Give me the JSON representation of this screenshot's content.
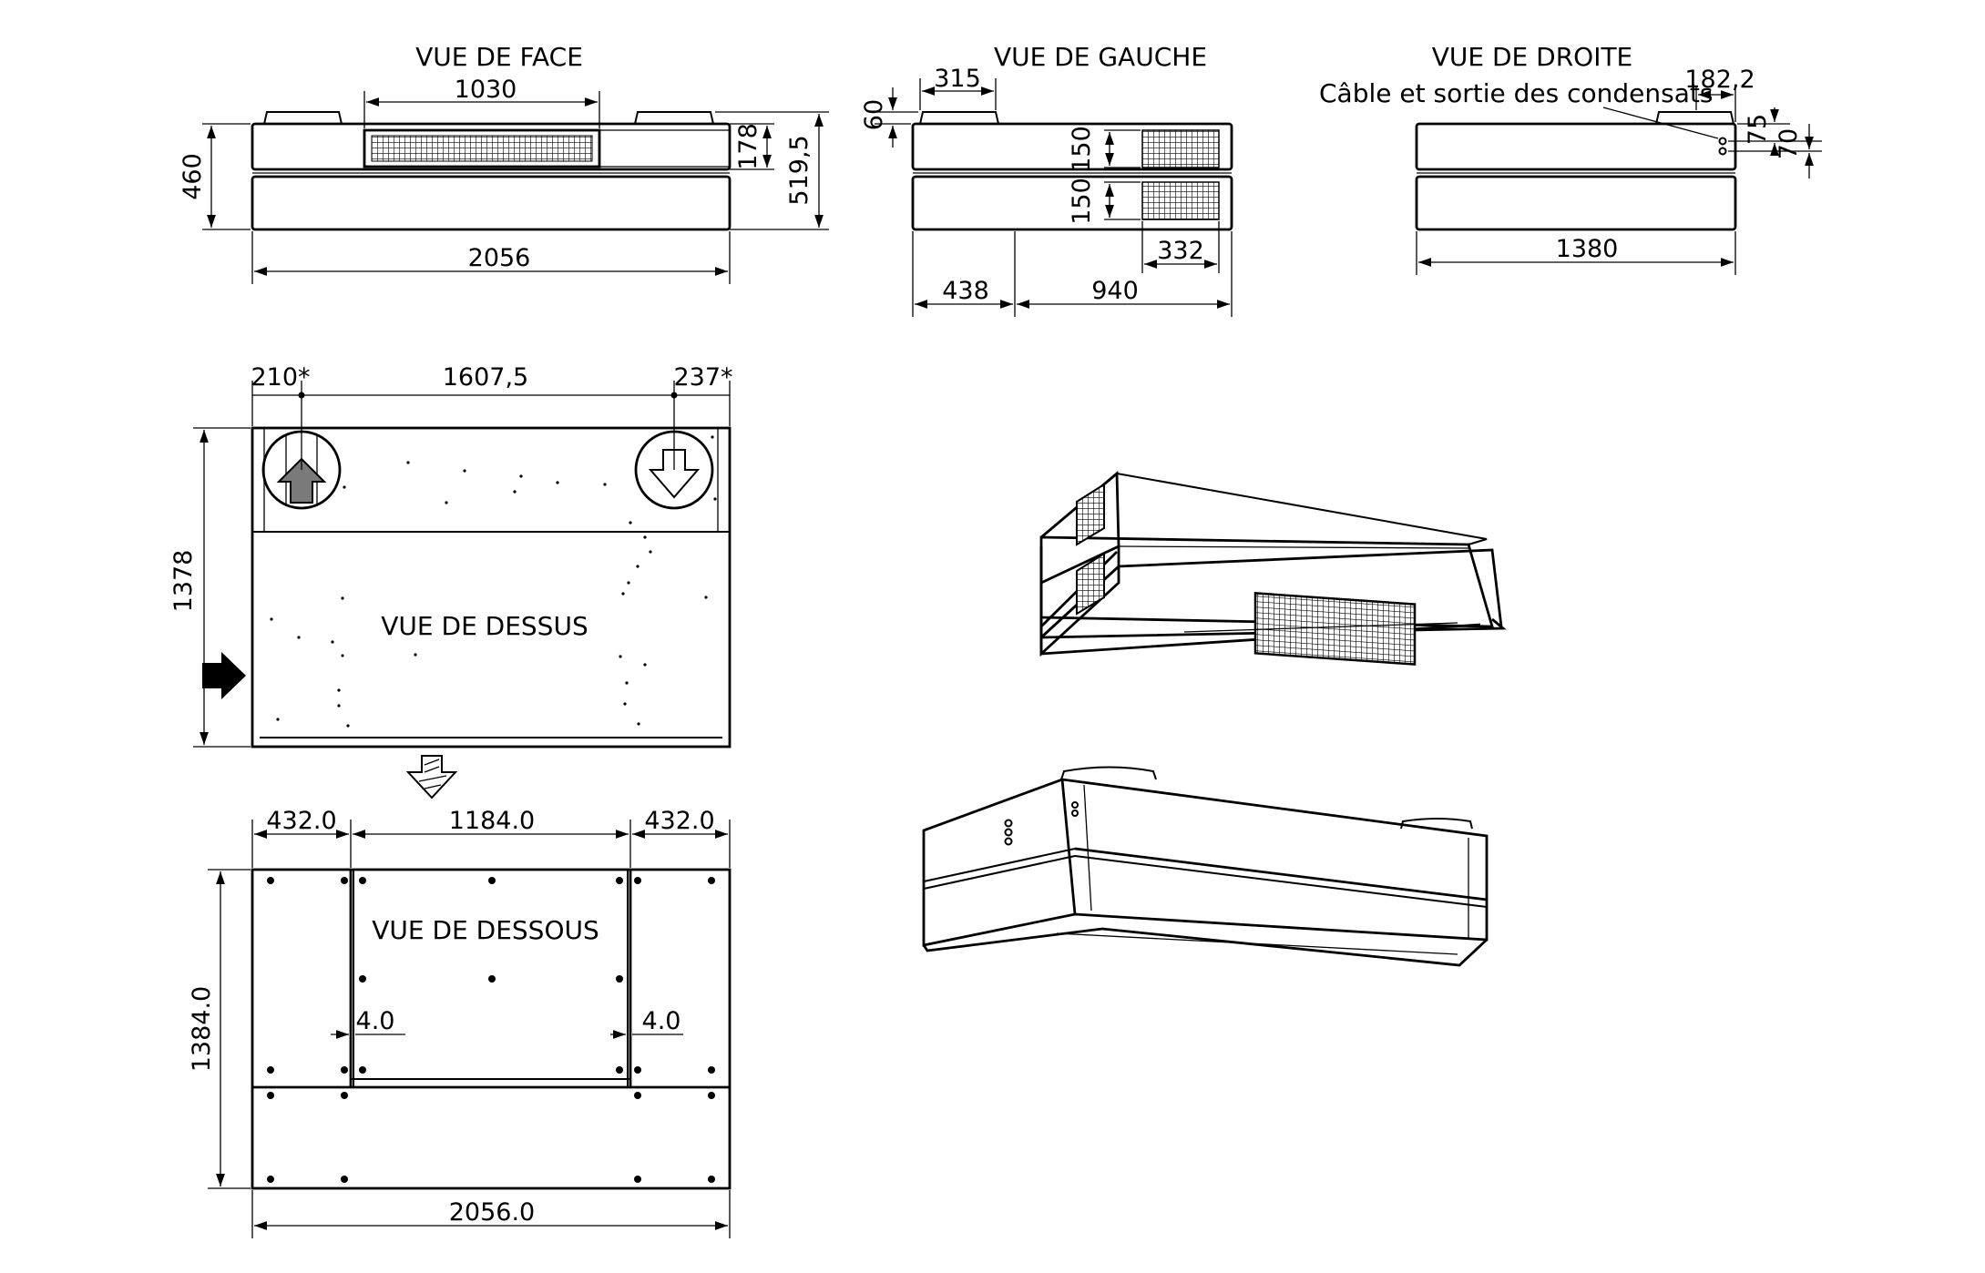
{
  "views": {
    "front": "VUE DE FACE",
    "left": "VUE DE GAUCHE",
    "right": "VUE DE DROITE",
    "right_note": "Câble et sortie des condensats",
    "top": "VUE DE DESSUS",
    "bottom": "VUE DE DESSOUS"
  },
  "dims": {
    "front": {
      "grille_w": "1030",
      "body_h": "460",
      "grille_h": "178",
      "total_h": "519,5",
      "width": "2056"
    },
    "left": {
      "duct_w": "315",
      "duct_h": "60",
      "grille_top_h": "150",
      "grille_bot_h": "150",
      "grille_w": "332",
      "left_offset": "438",
      "right_part": "940"
    },
    "right": {
      "offset": "182,2",
      "h75": "75",
      "h70": "70",
      "width": "1380"
    },
    "top": {
      "left_axis": "210*",
      "between": "1607,5",
      "right_axis": "237*",
      "depth": "1378"
    },
    "bottom": {
      "left_panel": "432.0",
      "center_panel": "1184.0",
      "right_panel": "432.0",
      "gap_left": "4.0",
      "gap_right": "4.0",
      "depth": "1384.0",
      "width": "2056.0"
    }
  }
}
